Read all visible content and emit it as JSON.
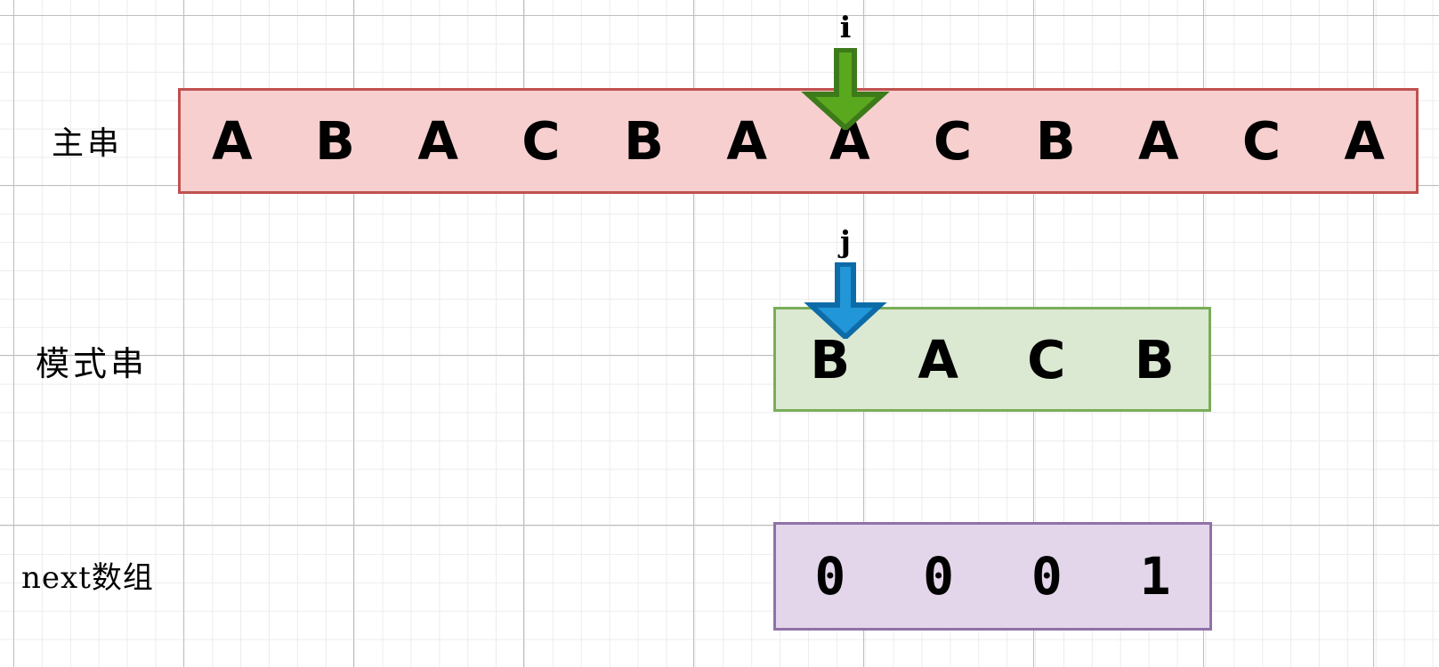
{
  "diagram": {
    "title": "KMP string matching state",
    "background": {
      "grid": true,
      "minor_color": "#ececec",
      "major_color": "#bdbdbd"
    },
    "rows": [
      {
        "label": "主串",
        "role": "main-string",
        "colors": {
          "fill": "#f7cfcf",
          "border": "#bf5150"
        },
        "cells": [
          "A",
          "B",
          "A",
          "C",
          "B",
          "A",
          "A",
          "C",
          "B",
          "A",
          "C",
          "A"
        ]
      },
      {
        "label": "模式串",
        "role": "pattern-string",
        "colors": {
          "fill": "#dce9d2",
          "border": "#7aad58"
        },
        "cells": [
          "B",
          "A",
          "C",
          "B"
        ]
      },
      {
        "label": "next数组",
        "role": "next-array",
        "colors": {
          "fill": "#e4d6ea",
          "border": "#9071a8"
        },
        "cells": [
          "0",
          "0",
          "0",
          "1"
        ]
      }
    ],
    "pointers": [
      {
        "name": "i",
        "label": "i",
        "target_row": "main-string",
        "target_index": 6,
        "target_char": "A",
        "colors": {
          "fill": "#5aa81e",
          "stroke": "#3d7a1a"
        }
      },
      {
        "name": "j",
        "label": "j",
        "target_row": "pattern-string",
        "target_index": 0,
        "target_char": "B",
        "colors": {
          "fill": "#2196d8",
          "stroke": "#0d6ca8"
        }
      }
    ]
  }
}
